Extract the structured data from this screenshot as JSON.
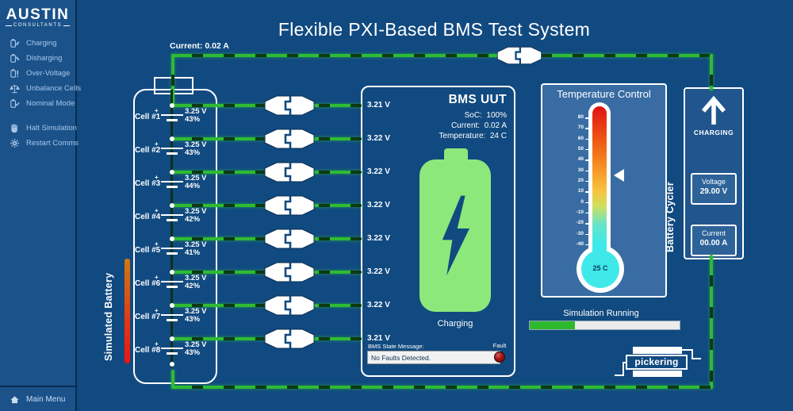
{
  "app": {
    "title": "Flexible PXI-Based BMS Test System"
  },
  "sidebar": {
    "logo_title": "AUSTIN",
    "logo_subtitle": "CONSULTANTS",
    "modes": [
      {
        "label": "Charging",
        "icon": "battery-charging-icon"
      },
      {
        "label": "Disharging",
        "icon": "battery-discharging-icon"
      },
      {
        "label": "Over-Voltage",
        "icon": "battery-overvoltage-icon"
      },
      {
        "label": "Unbalance Cells",
        "icon": "scales-icon"
      },
      {
        "label": "Nominal Mode",
        "icon": "battery-check-icon"
      }
    ],
    "actions": [
      {
        "label": "Halt Simulation",
        "icon": "hand-stop-icon"
      },
      {
        "label": "Restart Comms",
        "icon": "gear-icon"
      }
    ],
    "footer": {
      "label": "Main Menu",
      "icon": "home-icon"
    }
  },
  "main_loop": {
    "current_label": "Current:  0.02 A"
  },
  "simulated_battery": {
    "title": "Simulated Battery",
    "cells": [
      {
        "name": "Cell #1",
        "voltage": "3.25 V",
        "charge": "43%"
      },
      {
        "name": "Cell #2",
        "voltage": "3.25 V",
        "charge": "43%"
      },
      {
        "name": "Cell #3",
        "voltage": "3.25 V",
        "charge": "44%"
      },
      {
        "name": "Cell #4",
        "voltage": "3.25 V",
        "charge": "42%"
      },
      {
        "name": "Cell #5",
        "voltage": "3.25 V",
        "charge": "41%"
      },
      {
        "name": "Cell #6",
        "voltage": "3.25 V",
        "charge": "42%"
      },
      {
        "name": "Cell #7",
        "voltage": "3.25 V",
        "charge": "43%"
      },
      {
        "name": "Cell #8",
        "voltage": "3.25 V",
        "charge": "43%"
      }
    ]
  },
  "bms_uut": {
    "title": "BMS UUT",
    "stats": [
      {
        "label": "SoC:",
        "value": "100%"
      },
      {
        "label": "Current:",
        "value": "0.02 A"
      },
      {
        "label": "Temperature:",
        "value": "24 C"
      }
    ],
    "cell_voltages": [
      "3.21 V",
      "3.22 V",
      "3.22 V",
      "3.22 V",
      "3.22 V",
      "3.22 V",
      "3.22 V",
      "3.21 V"
    ],
    "status": "Charging",
    "message_label": "BMS State Message:",
    "message": "No Faults Detected.",
    "fault_label": "Fault"
  },
  "temperature_control": {
    "title": "Temperature Control",
    "scale_ticks": [
      "80",
      "70",
      "60",
      "50",
      "40",
      "30",
      "20",
      "10",
      "0",
      "-10",
      "-20",
      "-30",
      "-40"
    ],
    "scale_max": 80,
    "scale_min": -40,
    "setpoint": 25,
    "bulb_label": "25 C"
  },
  "battery_cycler": {
    "title": "Battery Cycler",
    "status": "CHARGING",
    "readouts": [
      {
        "label": "Voltage",
        "value": "29.00 V"
      },
      {
        "label": "Current",
        "value": "00.00 A"
      }
    ]
  },
  "simulation": {
    "label": "Simulation Running",
    "progress_pct": 30
  },
  "brand": {
    "name": "pickering"
  },
  "colors": {
    "background": "#114a80",
    "panel_blue": "#386ca3",
    "wire_green": "#2fbb33",
    "battery_green": "#8de87b",
    "gradient_bar_top": "#cf7a10",
    "gradient_bar_bottom": "#e81414",
    "led_red": "#a61414",
    "bulb_cyan": "#3fe9e9",
    "progress_green": "#2eb82e"
  }
}
